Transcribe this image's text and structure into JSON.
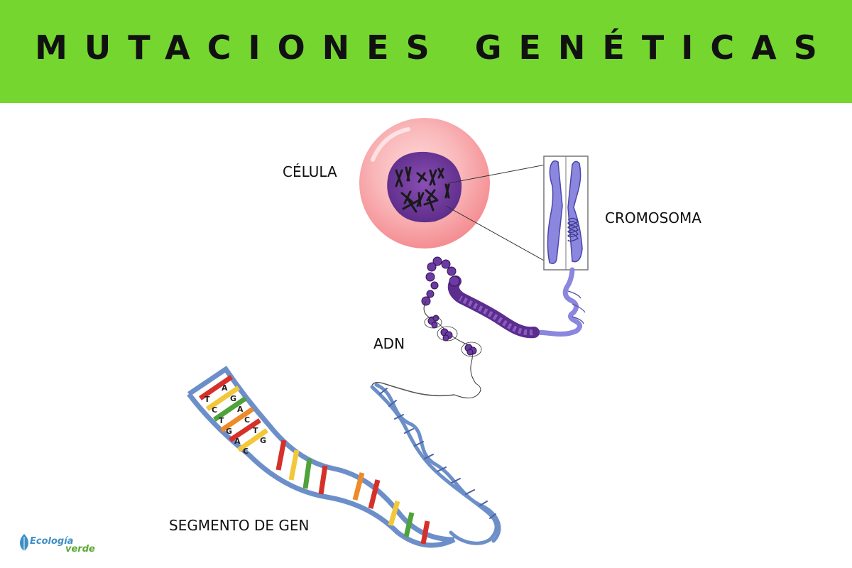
{
  "header": {
    "title": "MUTACIONES GENÉTICAS"
  },
  "labels": {
    "cell": "CÉLULA",
    "chromosome": "CROMOSOMA",
    "dna": "ADN",
    "gene_segment": "SEGMENTO DE GEN"
  },
  "base_letters": [
    "T",
    "A",
    "C",
    "G",
    "T",
    "A",
    "G",
    "C",
    "A",
    "T",
    "C",
    "G"
  ],
  "logo": {
    "line1": "Ecología",
    "line2": "verde"
  },
  "colors": {
    "header_bg": "#74d62f",
    "cell_outer": "#f7a3a6",
    "nucleus": "#6a3496",
    "chromosome": "#8b86de",
    "dna_strand": "#6d8fc9",
    "base_red": "#d6302a",
    "base_yellow": "#f2c83a",
    "base_green": "#4fa33a",
    "base_orange": "#ee8a28"
  }
}
